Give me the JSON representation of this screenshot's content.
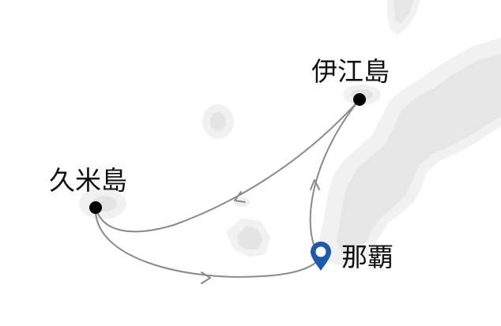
{
  "map": {
    "places": [
      {
        "id": "ie",
        "label": "伊江島",
        "marker": "dot"
      },
      {
        "id": "kume",
        "label": "久米島",
        "marker": "dot"
      },
      {
        "id": "naha",
        "label": "那覇",
        "marker": "pin"
      }
    ],
    "routes": [
      {
        "from": "kume",
        "to": "naha"
      },
      {
        "from": "naha",
        "to": "ie"
      },
      {
        "from": "ie",
        "to": "kume"
      }
    ],
    "colors": {
      "land": "#e8e8e8",
      "land_edge": "#f1f1f1",
      "route": "#8a8a8a",
      "dot": "#000000",
      "pin": "#1f5aa8",
      "label": "#111111"
    }
  }
}
